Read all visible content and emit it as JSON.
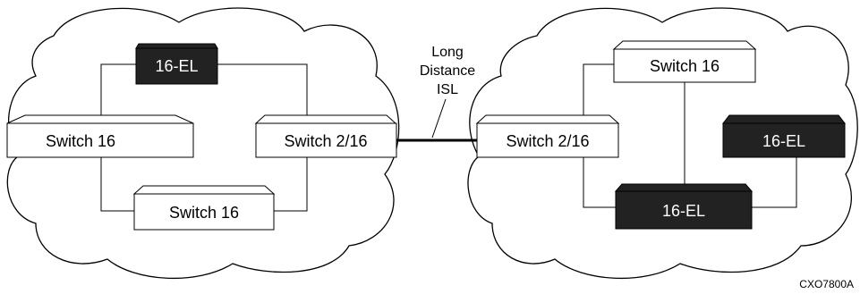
{
  "left_fabric": {
    "top_switch": "16-EL",
    "left_switch": "Switch 16",
    "right_switch": "Switch 2/16",
    "bottom_switch": "Switch 16"
  },
  "link": {
    "line1": "Long",
    "line2": "Distance",
    "line3": "ISL"
  },
  "right_fabric": {
    "left_switch": "Switch 2/16",
    "top_switch": "Switch 16",
    "right_switch": "16-EL",
    "bottom_switch": "16-EL"
  },
  "figure_id": "CXO7800A",
  "colors": {
    "dark_switch_fill": "#222222",
    "light_switch_fill": "#ffffff",
    "stroke": "#000000"
  }
}
